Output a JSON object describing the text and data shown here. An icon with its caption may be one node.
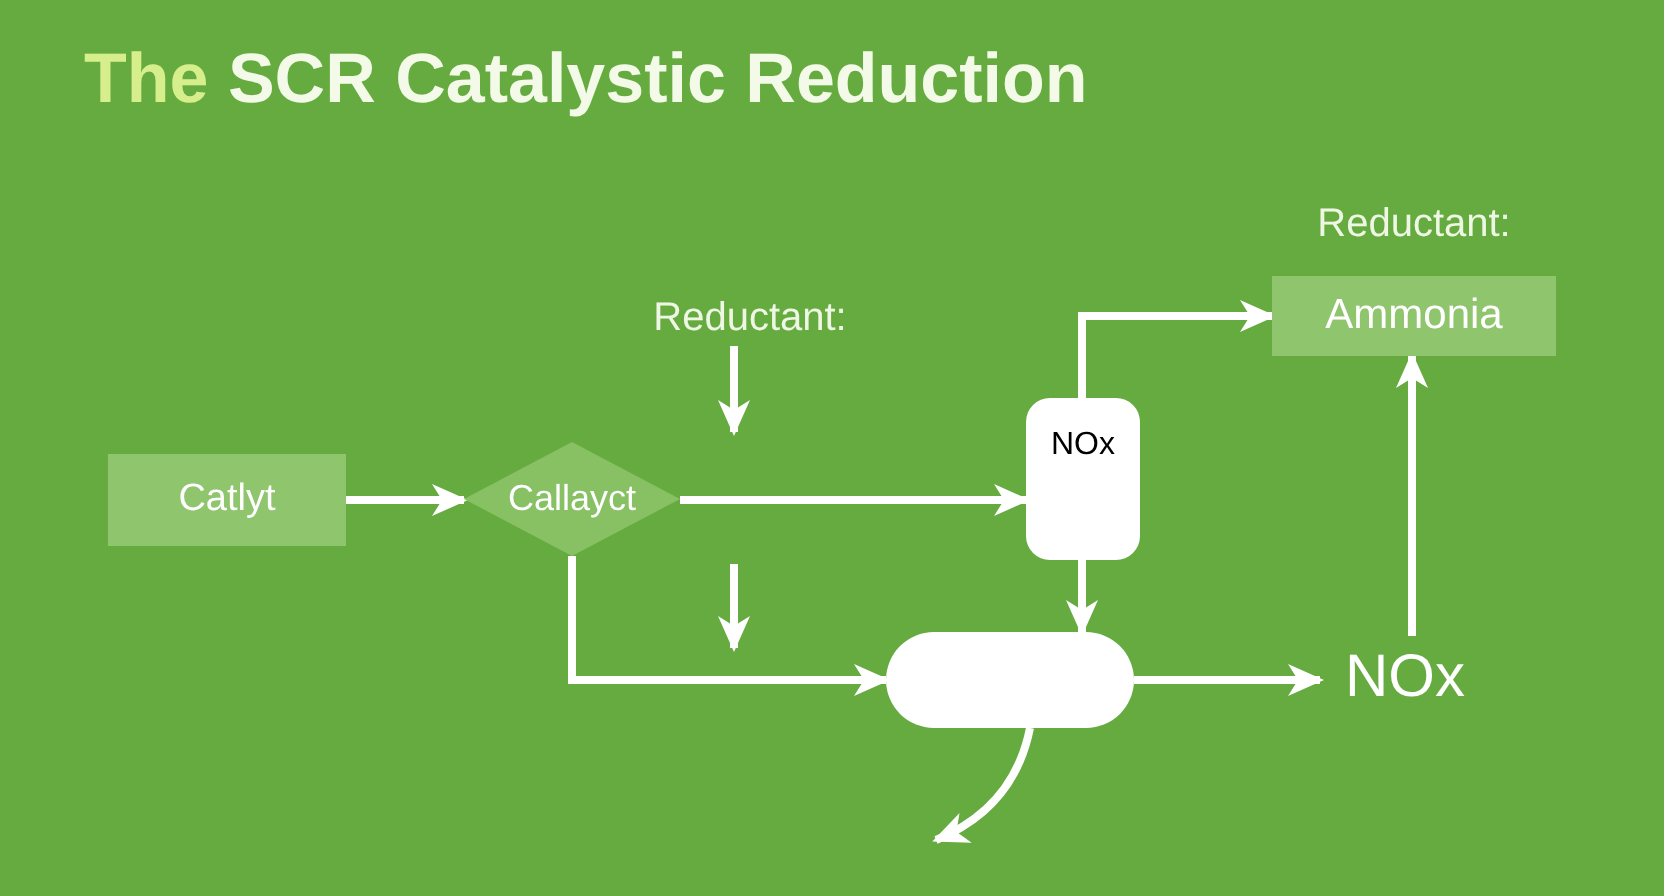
{
  "diagram": {
    "title": "The SCR Catalystic Reduction",
    "nodes": [
      {
        "text": [
          "Catlyt"
        ]
      },
      {
        "text": [
          "Callayct"
        ]
      },
      {
        "text": [
          "Reductant:"
        ]
      },
      {
        "text": [
          "NOx"
        ]
      },
      {
        "text": [],
        "shape": "pill"
      },
      {
        "text": [
          "Reductant:",
          "Ammonia"
        ]
      },
      {
        "text": [
          "NOx"
        ]
      }
    ],
    "edges": [
      {
        "from": 0,
        "to": 1,
        "arrow": "to"
      },
      {
        "from": 1,
        "to": 3,
        "arrow": "to"
      },
      {
        "from": 2,
        "to": null,
        "arrow": "to"
      },
      {
        "from": 1,
        "to": 4,
        "arrow": "to"
      },
      {
        "from": 3,
        "to": 4,
        "arrow": "to"
      },
      {
        "from": 3,
        "to": 5,
        "arrow": "to"
      },
      {
        "from": 4,
        "to": 6,
        "arrow": "to"
      },
      {
        "from": 6,
        "to": 5,
        "arrow": "to"
      },
      {
        "from": 4,
        "to": null,
        "arrow": "to"
      }
    ]
  }
}
